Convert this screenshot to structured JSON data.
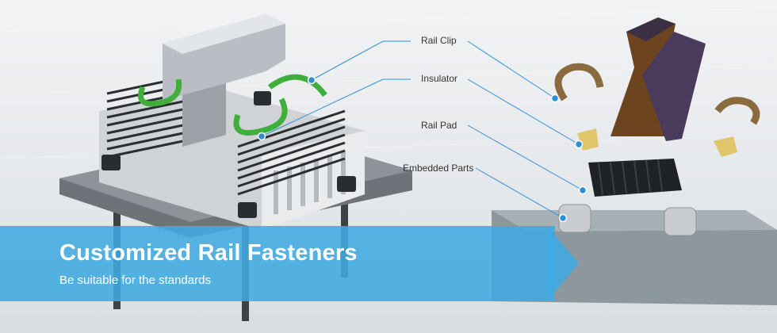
{
  "banner": {
    "title": "Customized Rail Fasteners",
    "subtitle": "Be suitable for the standards",
    "color": "#40aae1"
  },
  "callouts": [
    {
      "label": "Rail Clip"
    },
    {
      "label": "Insulator"
    },
    {
      "label": "Rail Pad"
    },
    {
      "label": "Embedded Parts"
    }
  ],
  "colors": {
    "leader_line": "#2f8fd6",
    "clip_green": "#3fae3a",
    "rail_steel": "#b9bec4",
    "rail_brown": "#5a3a1f",
    "insulator_yellow": "#e0c56a",
    "concrete": "#8c979e"
  }
}
